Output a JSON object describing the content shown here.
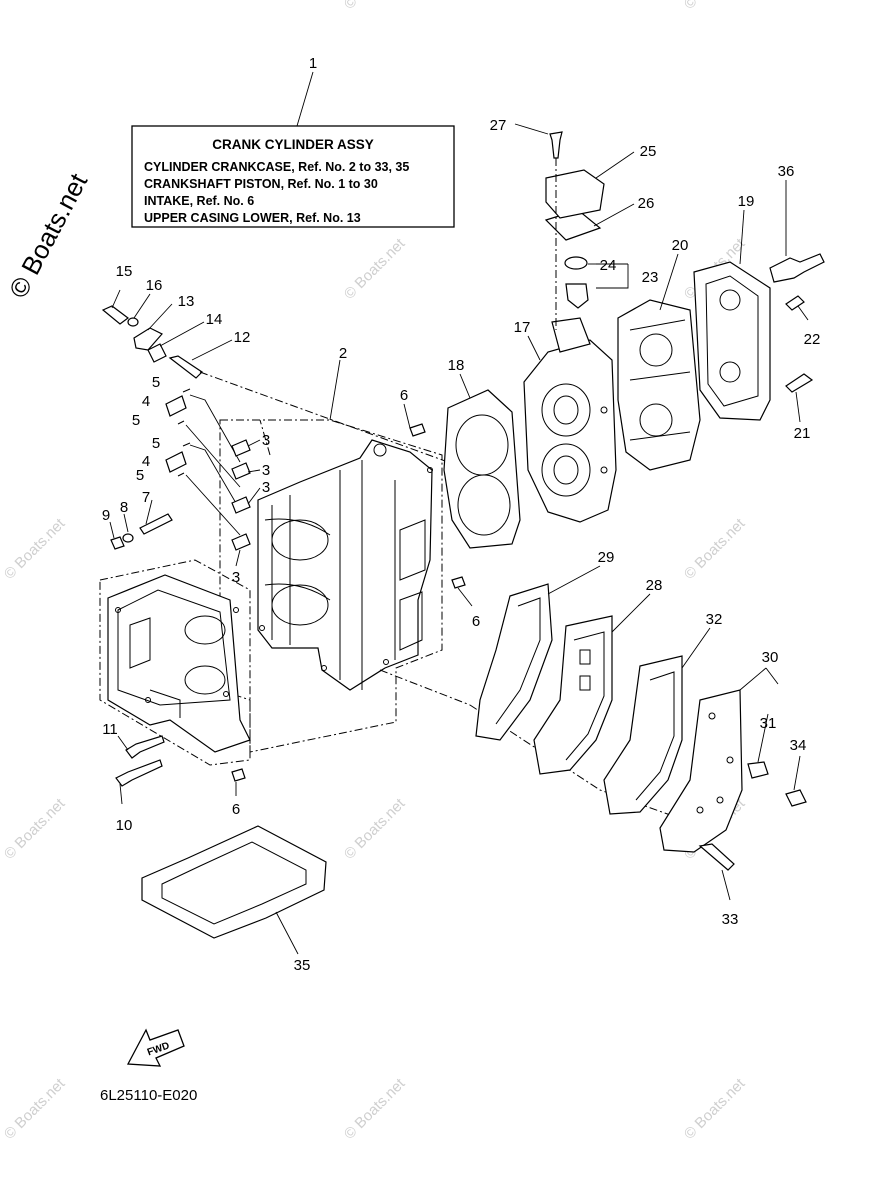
{
  "assembly_box": {
    "title": "CRANK CYLINDER ASSY",
    "lines": [
      "CYLINDER CRANKCASE, Ref. No. 2 to 33, 35",
      "CRANKSHAFT PISTON, Ref. No. 1 to 30",
      "INTAKE,  Ref. No. 6",
      "UPPER CASING LOWER,  Ref. No. 13"
    ]
  },
  "callouts": {
    "c1": "1",
    "c2": "2",
    "c3a": "3",
    "c3b": "3",
    "c3c": "3",
    "c3d": "3",
    "c4a": "4",
    "c4b": "4",
    "c5a": "5",
    "c5b": "5",
    "c5c": "5",
    "c5d": "5",
    "c6a": "6",
    "c6b": "6",
    "c6c": "6",
    "c7": "7",
    "c8": "8",
    "c9": "9",
    "c10": "10",
    "c11": "11",
    "c12": "12",
    "c13": "13",
    "c14": "14",
    "c15": "15",
    "c16": "16",
    "c17": "17",
    "c18": "18",
    "c19": "19",
    "c20": "20",
    "c21": "21",
    "c22": "22",
    "c23": "23",
    "c24": "24",
    "c25": "25",
    "c26": "26",
    "c27": "27",
    "c28": "28",
    "c29": "29",
    "c30": "30",
    "c31": "31",
    "c32": "32",
    "c33": "33",
    "c34": "34",
    "c35": "35",
    "c36": "36"
  },
  "fwd_label": "FWD",
  "diagram_code": "6L25110-E020",
  "watermark": {
    "main": "© Boats.net",
    "tile": "© Boats.net"
  }
}
